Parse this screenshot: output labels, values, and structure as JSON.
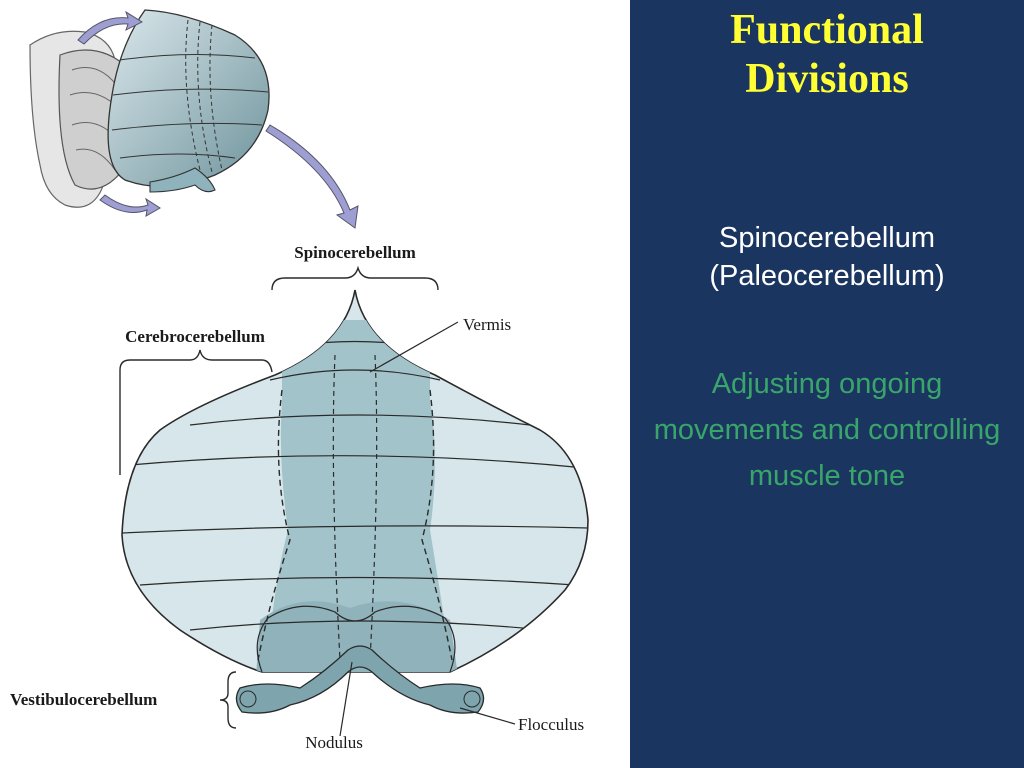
{
  "slide": {
    "title_line1": "Functional",
    "title_line2": "Divisions",
    "division_line1": "Spinocerebellum",
    "division_line2": "(Paleocerebellum)",
    "description": "Adjusting ongoing movements and controlling muscle tone"
  },
  "figure": {
    "labels": {
      "spinocerebellum": "Spinocerebellum",
      "cerebrocerebellum": "Cerebrocerebellum",
      "vermis": "Vermis",
      "vestibulocerebellum": "Vestibulocerebellum",
      "nodulus": "Nodulus",
      "flocculus": "Flocculus"
    }
  },
  "colors": {
    "background": "#1a3660",
    "title": "#ffff33",
    "division_text": "#ffffff",
    "description_text": "#3aa56a",
    "lobe_fill": "#d6e6ea",
    "vermis_fill": "#a3c3cb",
    "floccular_fill": "#7ea5ae",
    "arrow": "#9e9ed2"
  }
}
